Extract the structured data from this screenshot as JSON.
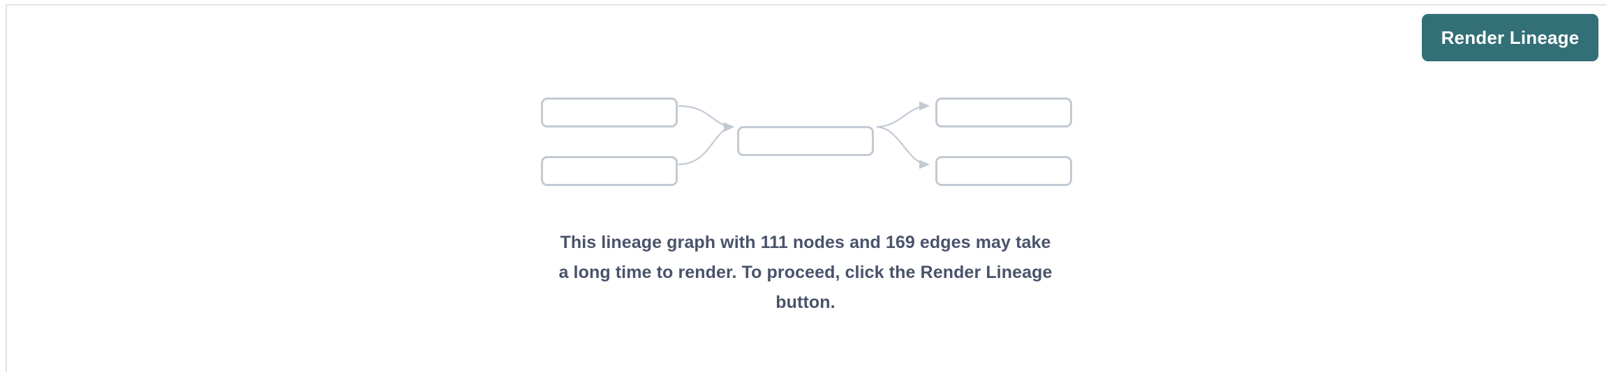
{
  "colors": {
    "button_bg": "#336f77",
    "button_text": "#ffffff",
    "node_border": "#c3cad3",
    "edge_stroke": "#c3cad3",
    "message_text": "#49536a",
    "panel_border": "#e2e4e9",
    "canvas_bg": "#ffffff"
  },
  "toolbar": {
    "render_button_label": "Render Lineage"
  },
  "graph_placeholder": {
    "node_count_shown": 5,
    "edge_count_shown": 4,
    "nodes": [
      {
        "id": "left-top",
        "label": ""
      },
      {
        "id": "left-bottom",
        "label": ""
      },
      {
        "id": "center",
        "label": ""
      },
      {
        "id": "right-top",
        "label": ""
      },
      {
        "id": "right-bottom",
        "label": ""
      }
    ],
    "edges": [
      {
        "from": "left-top",
        "to": "center"
      },
      {
        "from": "left-bottom",
        "to": "center"
      },
      {
        "from": "center",
        "to": "right-top"
      },
      {
        "from": "center",
        "to": "right-bottom"
      }
    ]
  },
  "message": {
    "line1": "This lineage graph with 111 nodes and 169 edges may take",
    "line2": "a long time to render. To proceed, click the Render Lineage",
    "line3": "button.",
    "node_count": 111,
    "edge_count": 169
  }
}
